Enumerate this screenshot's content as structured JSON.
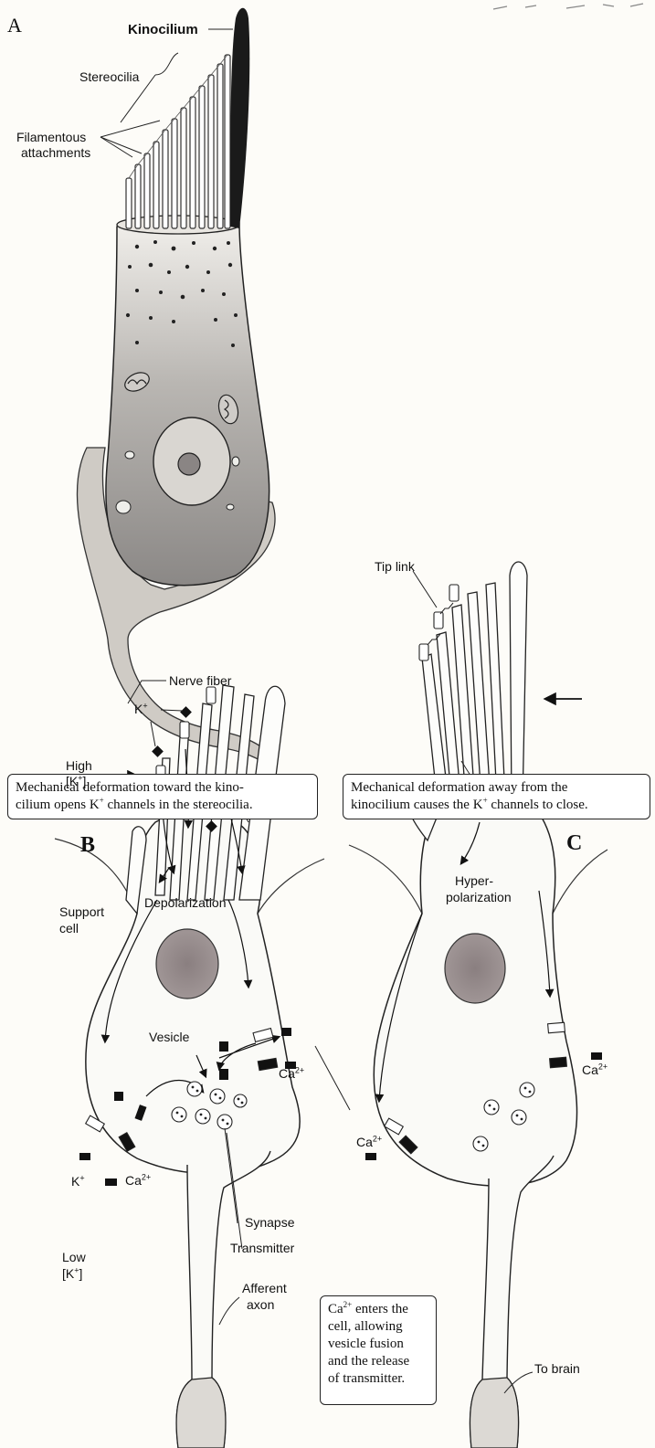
{
  "panels": {
    "a": "A",
    "b": "B",
    "c": "C"
  },
  "labels_a": {
    "kinocilium": "Kinocilium",
    "stereocilia": "Stereocilia",
    "filamentous_1": "Filamentous",
    "filamentous_2": "attachments",
    "nerve_fiber": "Nerve fiber"
  },
  "captions": {
    "b_line1": "Mechanical deformation toward the kino-",
    "b_line2_pre": "cilium opens K",
    "b_line2_post": " channels in the stereocilia.",
    "c_line1": "Mechanical deformation away from the",
    "c_line2_pre": "kinocilium causes the K",
    "c_line2_post": " channels to close.",
    "ca_line1_post": " enters the",
    "ca_line2": "cell, allowing",
    "ca_line3": "vesicle fusion",
    "ca_line4": "and the release",
    "ca_line5": "of transmitter."
  },
  "labels_b": {
    "k": "K",
    "high_1": "High",
    "high_2": "[K",
    "depolarization": "Depolarization",
    "support_1": "Support",
    "support_2": "cell",
    "vesicle": "Vesicle",
    "ca": "Ca",
    "k_out": "K",
    "ca_bottom": "Ca",
    "synapse": "Synapse",
    "transmitter": "Transmitter",
    "low_1": "Low",
    "low_2": "[K",
    "afferent_1": "Afferent",
    "afferent_2": "axon"
  },
  "labels_c": {
    "tip_link": "Tip link",
    "hyper_1": "Hyper-",
    "hyper_2": "polarization",
    "ca_right": "Ca",
    "ca_left": "Ca",
    "to_brain": "To brain"
  },
  "symbols": {
    "plus": "+",
    "bracket_close": "]",
    "ca_charge": "2+",
    "ca_symbol": "Ca"
  }
}
